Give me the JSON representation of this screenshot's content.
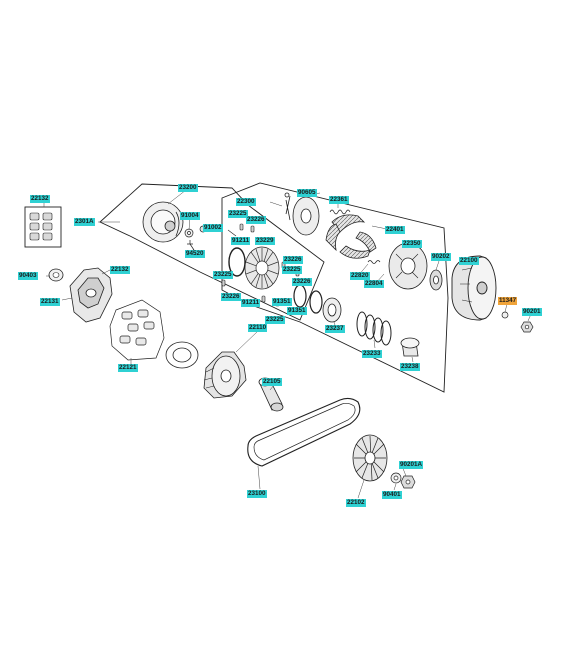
{
  "colors": {
    "callout": "#2fd1d3",
    "callout_highlight": "#f0a43a",
    "line": "#222222",
    "part_fill": "#f0f0f0",
    "part_shade": "#bdbdbd"
  },
  "diagram": {
    "callouts": [
      {
        "id": "22132a",
        "label": "22132"
      },
      {
        "id": "2301A",
        "label": "2301A"
      },
      {
        "id": "90403",
        "label": "90403"
      },
      {
        "id": "22132b",
        "label": "22132"
      },
      {
        "id": "22131",
        "label": "22131"
      },
      {
        "id": "22121",
        "label": "22121"
      },
      {
        "id": "23200",
        "label": "23200"
      },
      {
        "id": "91004",
        "label": "91004"
      },
      {
        "id": "91002",
        "label": "91002"
      },
      {
        "id": "94520",
        "label": "94520"
      },
      {
        "id": "23225a",
        "label": "23225"
      },
      {
        "id": "23226a",
        "label": "23226"
      },
      {
        "id": "91211a",
        "label": "91211"
      },
      {
        "id": "23229",
        "label": "23229"
      },
      {
        "id": "23225b",
        "label": "23225"
      },
      {
        "id": "23226b",
        "label": "23226"
      },
      {
        "id": "23226c",
        "label": "23226"
      },
      {
        "id": "23225c",
        "label": "23225"
      },
      {
        "id": "23226d",
        "label": "23226"
      },
      {
        "id": "91211b",
        "label": "91211"
      },
      {
        "id": "91351a",
        "label": "91351"
      },
      {
        "id": "91351b",
        "label": "91351"
      },
      {
        "id": "23225d",
        "label": "23225"
      },
      {
        "id": "22300",
        "label": "22300"
      },
      {
        "id": "90605",
        "label": "90605"
      },
      {
        "id": "22361",
        "label": "22361"
      },
      {
        "id": "22401",
        "label": "22401"
      },
      {
        "id": "22350",
        "label": "22350"
      },
      {
        "id": "22820",
        "label": "22820"
      },
      {
        "id": "22804",
        "label": "22804"
      },
      {
        "id": "23237",
        "label": "23237"
      },
      {
        "id": "23233",
        "label": "23233"
      },
      {
        "id": "23238",
        "label": "23238"
      },
      {
        "id": "90202",
        "label": "90202"
      },
      {
        "id": "22100",
        "label": "22100"
      },
      {
        "id": "11347",
        "label": "11347",
        "highlight": true
      },
      {
        "id": "90201",
        "label": "90201"
      },
      {
        "id": "22110",
        "label": "22110"
      },
      {
        "id": "22105",
        "label": "22105"
      },
      {
        "id": "23100",
        "label": "23100"
      },
      {
        "id": "22102",
        "label": "22102"
      },
      {
        "id": "90201A",
        "label": "90201A"
      },
      {
        "id": "90401",
        "label": "90401"
      }
    ]
  }
}
